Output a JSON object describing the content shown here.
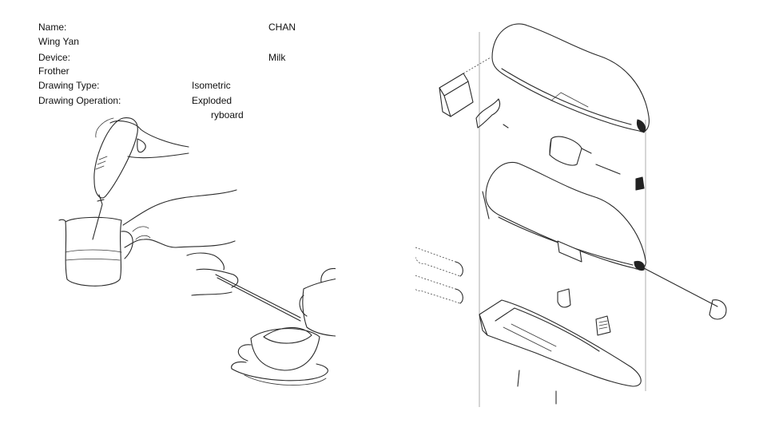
{
  "title_block": {
    "name_label": "Name:",
    "name_surname": "CHAN",
    "name_given": "Wing Yan",
    "device_label": "Device:",
    "device_value_1": "Milk",
    "device_value_2": "Frother",
    "type_label": "Drawing Type:",
    "type_value": "Isometric",
    "operation_label": "Drawing Operation:",
    "operation_value": "Exploded",
    "storyboard_fragment": "ryboard"
  },
  "drawings": {
    "left": "storyboard-sketch",
    "right": "exploded-isometric-sketch"
  }
}
